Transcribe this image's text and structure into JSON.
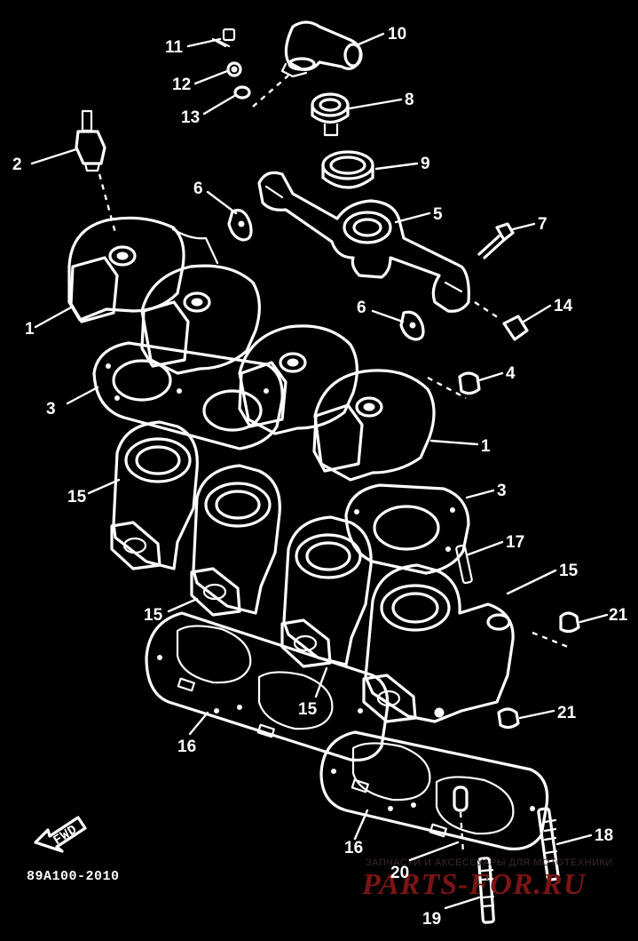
{
  "diagram_code": "89A100-2010",
  "front_label": "FWD",
  "watermark": {
    "line1": "ЗАПЧАСТИ И АКСЕССУАРЫ ДЛЯ МОТОТЕХНИКИ",
    "brand": "PARTS-FOR.RU"
  },
  "callouts": [
    {
      "id": "c11",
      "text": "11"
    },
    {
      "id": "c12",
      "text": "12"
    },
    {
      "id": "c13",
      "text": "13"
    },
    {
      "id": "c10",
      "text": "10"
    },
    {
      "id": "c8",
      "text": "8"
    },
    {
      "id": "c2",
      "text": "2"
    },
    {
      "id": "c9",
      "text": "9"
    },
    {
      "id": "c6a",
      "text": "6"
    },
    {
      "id": "c5",
      "text": "5"
    },
    {
      "id": "c7",
      "text": "7"
    },
    {
      "id": "c1a",
      "text": "1"
    },
    {
      "id": "c6b",
      "text": "6"
    },
    {
      "id": "c14",
      "text": "14"
    },
    {
      "id": "c4",
      "text": "4"
    },
    {
      "id": "c3a",
      "text": "3"
    },
    {
      "id": "c1b",
      "text": "1"
    },
    {
      "id": "c15a",
      "text": "15"
    },
    {
      "id": "c3b",
      "text": "3"
    },
    {
      "id": "c17",
      "text": "17"
    },
    {
      "id": "c15b",
      "text": "15"
    },
    {
      "id": "c15c",
      "text": "15"
    },
    {
      "id": "c21a",
      "text": "21"
    },
    {
      "id": "c15d",
      "text": "15"
    },
    {
      "id": "c21b",
      "text": "21"
    },
    {
      "id": "c16a",
      "text": "16"
    },
    {
      "id": "c18",
      "text": "18"
    },
    {
      "id": "c16b",
      "text": "16"
    },
    {
      "id": "c20",
      "text": "20"
    },
    {
      "id": "c19",
      "text": "19"
    }
  ]
}
